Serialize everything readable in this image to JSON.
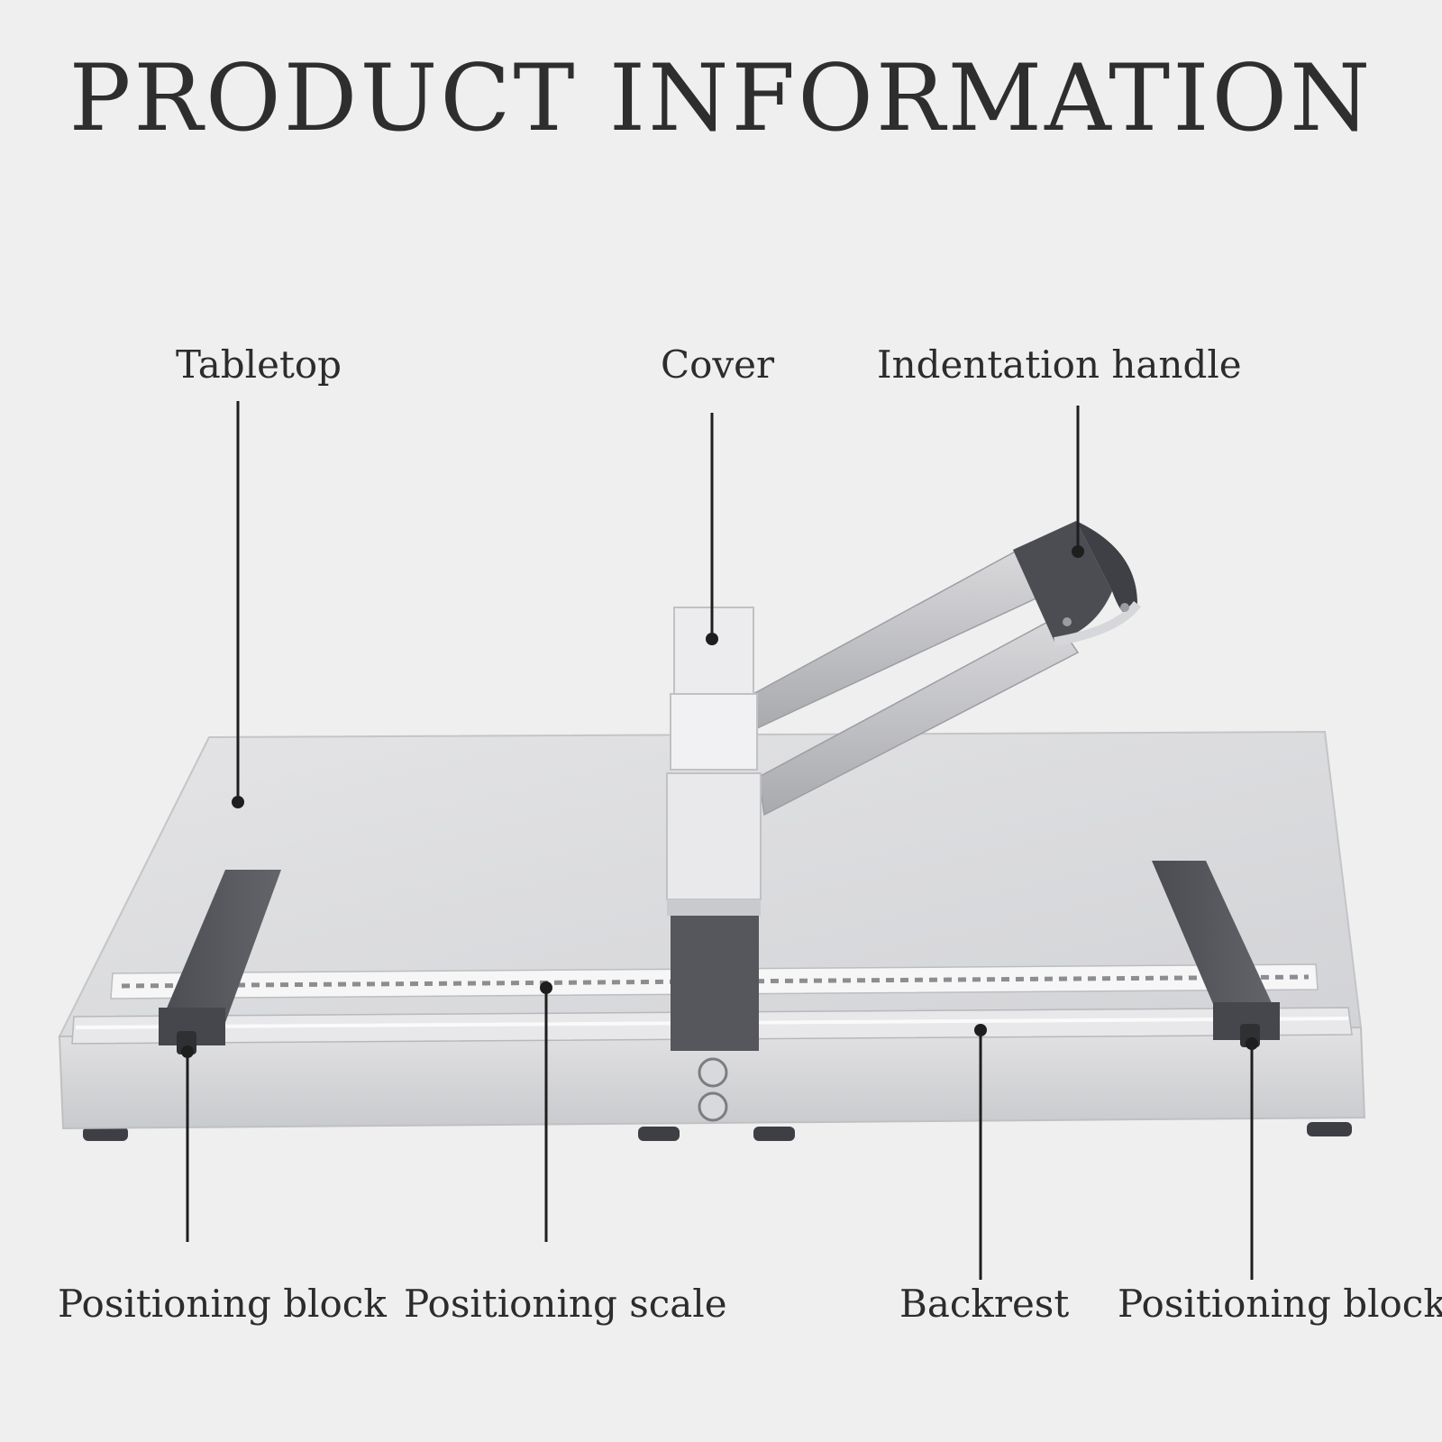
{
  "title": "PRODUCT INFORMATION",
  "callouts": {
    "tabletop": "Tabletop",
    "cover": "Cover",
    "indentation_handle": "Indentation handle",
    "positioning_block_left": "Positioning block",
    "positioning_scale": "Positioning scale",
    "backrest": "Backrest",
    "positioning_block_right": "Positioning block"
  },
  "colors": {
    "background": "#efefef",
    "text": "#2c2c2c",
    "leader_line": "#1e1e1e",
    "metal_light": "#dcdcde",
    "metal_dark": "#55575c"
  }
}
